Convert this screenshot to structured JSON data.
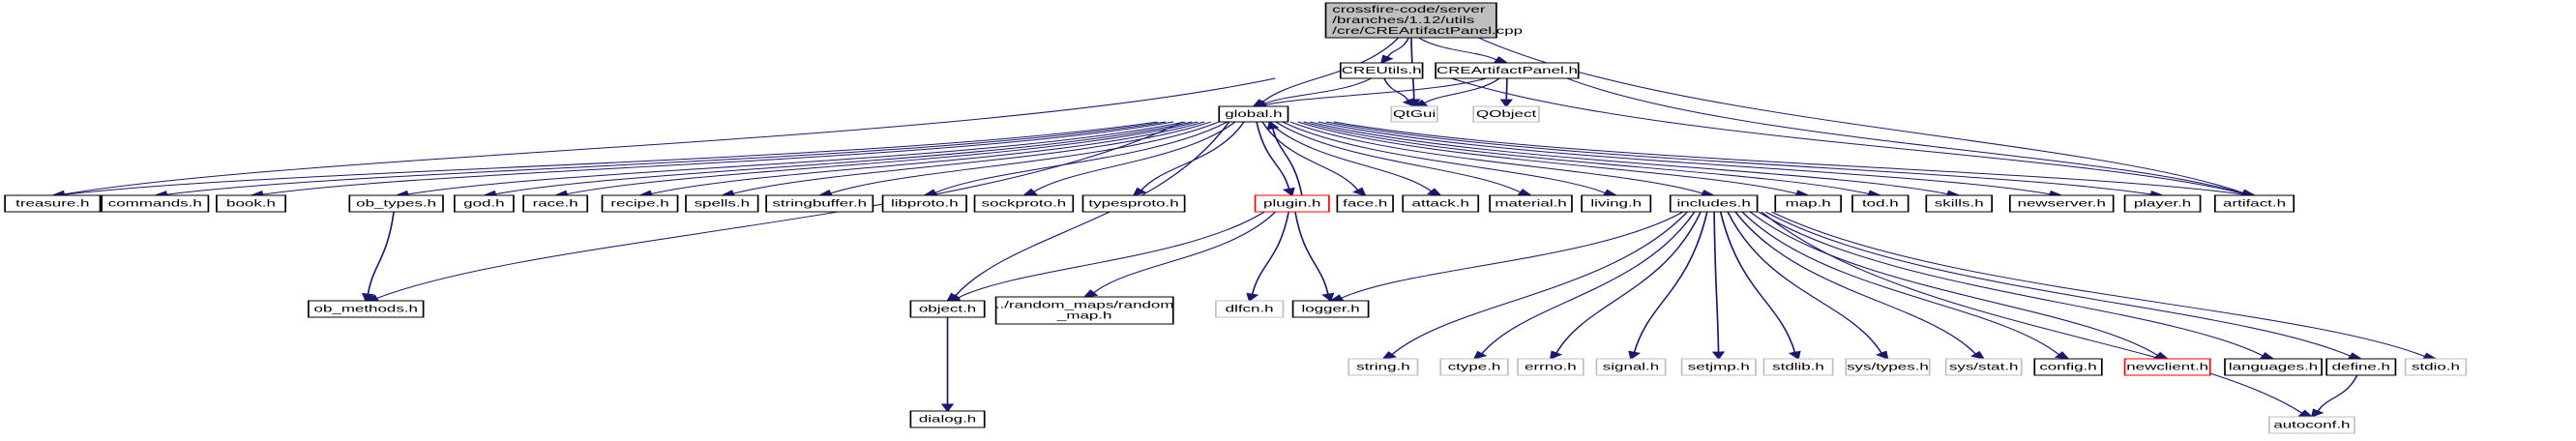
{
  "diagram": {
    "type": "include-dependency-graph",
    "colors": {
      "edge": "#191970",
      "root_fill": "#bfbfbf",
      "documented_border": "#000000",
      "external_border": "#bfbfbf",
      "undocumented_border": "#ff0000",
      "node_fill": "#ffffff"
    },
    "nodes": [
      {
        "id": "root",
        "lines": [
          "crossfire-code/server",
          "/branches/1.12/utils",
          "/cre/CREArtifactPanel.cpp"
        ],
        "style": "root"
      },
      {
        "id": "CREUtils",
        "lines": [
          "CREUtils.h"
        ],
        "style": "documented"
      },
      {
        "id": "CREArtifactPanel",
        "lines": [
          "CREArtifactPanel.h"
        ],
        "style": "documented"
      },
      {
        "id": "global",
        "lines": [
          "global.h"
        ],
        "style": "documented"
      },
      {
        "id": "QtGui",
        "lines": [
          "QtGui"
        ],
        "style": "external"
      },
      {
        "id": "QObject",
        "lines": [
          "QObject"
        ],
        "style": "external"
      },
      {
        "id": "treasure",
        "lines": [
          "treasure.h"
        ],
        "style": "documented"
      },
      {
        "id": "commands",
        "lines": [
          "commands.h"
        ],
        "style": "documented"
      },
      {
        "id": "book",
        "lines": [
          "book.h"
        ],
        "style": "documented"
      },
      {
        "id": "ob_types",
        "lines": [
          "ob_types.h"
        ],
        "style": "documented"
      },
      {
        "id": "god",
        "lines": [
          "god.h"
        ],
        "style": "documented"
      },
      {
        "id": "race",
        "lines": [
          "race.h"
        ],
        "style": "documented"
      },
      {
        "id": "recipe",
        "lines": [
          "recipe.h"
        ],
        "style": "documented"
      },
      {
        "id": "spells",
        "lines": [
          "spells.h"
        ],
        "style": "documented"
      },
      {
        "id": "stringbuffer",
        "lines": [
          "stringbuffer.h"
        ],
        "style": "documented"
      },
      {
        "id": "libproto",
        "lines": [
          "libproto.h"
        ],
        "style": "documented"
      },
      {
        "id": "sockproto",
        "lines": [
          "sockproto.h"
        ],
        "style": "documented"
      },
      {
        "id": "typesproto",
        "lines": [
          "typesproto.h"
        ],
        "style": "documented"
      },
      {
        "id": "plugin",
        "lines": [
          "plugin.h"
        ],
        "style": "undocumented"
      },
      {
        "id": "face",
        "lines": [
          "face.h"
        ],
        "style": "documented"
      },
      {
        "id": "attack",
        "lines": [
          "attack.h"
        ],
        "style": "documented"
      },
      {
        "id": "material",
        "lines": [
          "material.h"
        ],
        "style": "documented"
      },
      {
        "id": "living",
        "lines": [
          "living.h"
        ],
        "style": "documented"
      },
      {
        "id": "includes",
        "lines": [
          "includes.h"
        ],
        "style": "documented"
      },
      {
        "id": "map",
        "lines": [
          "map.h"
        ],
        "style": "documented"
      },
      {
        "id": "tod",
        "lines": [
          "tod.h"
        ],
        "style": "documented"
      },
      {
        "id": "skills",
        "lines": [
          "skills.h"
        ],
        "style": "documented"
      },
      {
        "id": "newserver",
        "lines": [
          "newserver.h"
        ],
        "style": "documented"
      },
      {
        "id": "player",
        "lines": [
          "player.h"
        ],
        "style": "documented"
      },
      {
        "id": "artifact",
        "lines": [
          "artifact.h"
        ],
        "style": "documented"
      },
      {
        "id": "ob_methods",
        "lines": [
          "ob_methods.h"
        ],
        "style": "documented"
      },
      {
        "id": "object",
        "lines": [
          "object.h"
        ],
        "style": "documented"
      },
      {
        "id": "random_map",
        "lines": [
          "../random_maps/random",
          "_map.h"
        ],
        "style": "documented"
      },
      {
        "id": "dlfcn",
        "lines": [
          "dlfcn.h"
        ],
        "style": "external"
      },
      {
        "id": "logger",
        "lines": [
          "logger.h"
        ],
        "style": "documented"
      },
      {
        "id": "string",
        "lines": [
          "string.h"
        ],
        "style": "external"
      },
      {
        "id": "ctype",
        "lines": [
          "ctype.h"
        ],
        "style": "external"
      },
      {
        "id": "errno",
        "lines": [
          "errno.h"
        ],
        "style": "external"
      },
      {
        "id": "signal",
        "lines": [
          "signal.h"
        ],
        "style": "external"
      },
      {
        "id": "setjmp",
        "lines": [
          "setjmp.h"
        ],
        "style": "external"
      },
      {
        "id": "stdlib",
        "lines": [
          "stdlib.h"
        ],
        "style": "external"
      },
      {
        "id": "systypes",
        "lines": [
          "sys/types.h"
        ],
        "style": "external"
      },
      {
        "id": "sysstat",
        "lines": [
          "sys/stat.h"
        ],
        "style": "external"
      },
      {
        "id": "config",
        "lines": [
          "config.h"
        ],
        "style": "documented"
      },
      {
        "id": "newclient",
        "lines": [
          "newclient.h"
        ],
        "style": "undocumented"
      },
      {
        "id": "languages",
        "lines": [
          "languages.h"
        ],
        "style": "documented"
      },
      {
        "id": "define",
        "lines": [
          "define.h"
        ],
        "style": "documented"
      },
      {
        "id": "stdio",
        "lines": [
          "stdio.h"
        ],
        "style": "external"
      },
      {
        "id": "dialog",
        "lines": [
          "dialog.h"
        ],
        "style": "documented"
      },
      {
        "id": "autoconf",
        "lines": [
          "autoconf.h"
        ],
        "style": "external"
      }
    ],
    "edges": [
      [
        "root",
        "CREUtils"
      ],
      [
        "root",
        "CREArtifactPanel"
      ],
      [
        "root",
        "global"
      ],
      [
        "root",
        "QtGui"
      ],
      [
        "root",
        "artifact"
      ],
      [
        "CREUtils",
        "global"
      ],
      [
        "CREUtils",
        "QtGui"
      ],
      [
        "CREUtils",
        "treasure"
      ],
      [
        "CREUtils",
        "artifact"
      ],
      [
        "CREArtifactPanel",
        "global"
      ],
      [
        "CREArtifactPanel",
        "QtGui"
      ],
      [
        "CREArtifactPanel",
        "QObject"
      ],
      [
        "CREArtifactPanel",
        "artifact"
      ],
      [
        "global",
        "treasure"
      ],
      [
        "global",
        "commands"
      ],
      [
        "global",
        "book"
      ],
      [
        "global",
        "ob_types"
      ],
      [
        "global",
        "ob_methods"
      ],
      [
        "global",
        "god"
      ],
      [
        "global",
        "race"
      ],
      [
        "global",
        "recipe"
      ],
      [
        "global",
        "spells"
      ],
      [
        "global",
        "stringbuffer"
      ],
      [
        "global",
        "libproto"
      ],
      [
        "global",
        "sockproto"
      ],
      [
        "global",
        "typesproto"
      ],
      [
        "global",
        "plugin"
      ],
      [
        "global",
        "face"
      ],
      [
        "global",
        "attack"
      ],
      [
        "global",
        "material"
      ],
      [
        "global",
        "living"
      ],
      [
        "global",
        "includes"
      ],
      [
        "global",
        "map"
      ],
      [
        "global",
        "tod"
      ],
      [
        "global",
        "skills"
      ],
      [
        "global",
        "newserver"
      ],
      [
        "global",
        "player"
      ],
      [
        "global",
        "artifact"
      ],
      [
        "global",
        "object"
      ],
      [
        "plugin",
        "global"
      ],
      [
        "plugin",
        "object"
      ],
      [
        "plugin",
        "random_map"
      ],
      [
        "plugin",
        "dlfcn"
      ],
      [
        "plugin",
        "logger"
      ],
      [
        "ob_types",
        "ob_methods"
      ],
      [
        "object",
        "dialog"
      ],
      [
        "includes",
        "logger"
      ],
      [
        "includes",
        "string"
      ],
      [
        "includes",
        "ctype"
      ],
      [
        "includes",
        "errno"
      ],
      [
        "includes",
        "signal"
      ],
      [
        "includes",
        "setjmp"
      ],
      [
        "includes",
        "stdlib"
      ],
      [
        "includes",
        "systypes"
      ],
      [
        "includes",
        "sysstat"
      ],
      [
        "includes",
        "config"
      ],
      [
        "includes",
        "newclient"
      ],
      [
        "includes",
        "languages"
      ],
      [
        "includes",
        "define"
      ],
      [
        "includes",
        "stdio"
      ],
      [
        "includes",
        "autoconf"
      ],
      [
        "define",
        "autoconf"
      ]
    ]
  }
}
